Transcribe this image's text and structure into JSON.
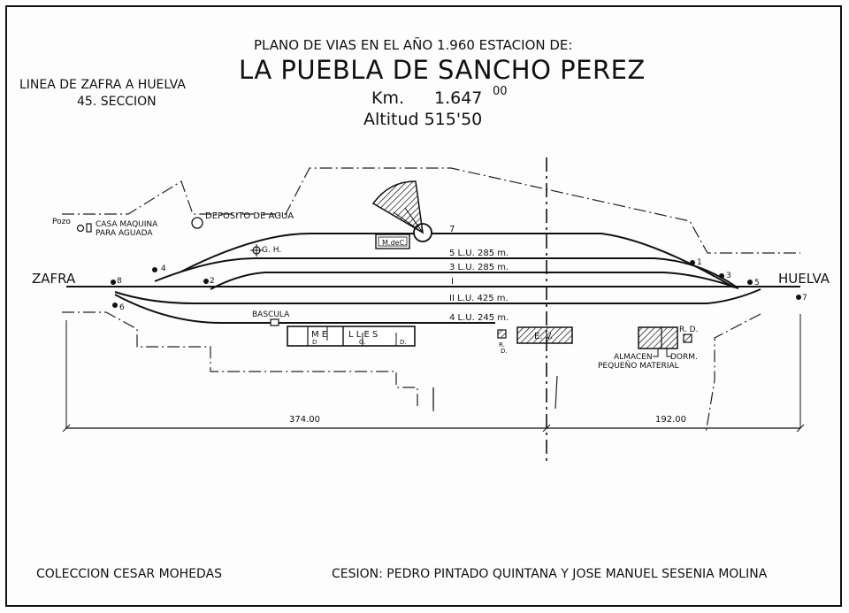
{
  "header": {
    "subtitle": "PLANO DE VIAS EN EL AÑO 1.960 ESTACION DE:",
    "station": "LA PUEBLA DE SANCHO PEREZ",
    "km_label": "Km.",
    "km_value": "1.647",
    "km_sup": "00",
    "altitude": "Altitud 515'50"
  },
  "line_info": {
    "line": "LINEA DE ZAFRA A HUELVA",
    "section": "45. SECCION"
  },
  "endpoints": {
    "left": "ZAFRA",
    "right": "HUELVA"
  },
  "facilities": {
    "pozo": "Pozo",
    "casa_maquina_1": "CASA MAQUINA",
    "casa_maquina_2": "PARA AGUADA",
    "deposito": "DEPOSITO DE AGUA",
    "gh": "G. H.",
    "mdec": "M.deC.",
    "bascula": "BASCULA",
    "me": "M  E",
    "me_sub": "D",
    "lles": "L  L  E  S",
    "lles_sub1": "G.",
    "lles_sub2": "D.",
    "ev": "E.  V.",
    "rd_left": "R.",
    "rd_left_sub": "D.",
    "rd_right": "R.  D.",
    "almacen": "ALMACEN",
    "dorm": "DORM.",
    "pequeno": "PEQUEÑO MATERIAL"
  },
  "tracks": {
    "t7": "7",
    "t5": "5  L.U.  285  m.",
    "t3": "3  L.U.  285  m.",
    "t1": "I",
    "t2": "II  L.U.  425  m.",
    "t4": "4  L.U.  245  m."
  },
  "switches": [
    "1",
    "2",
    "3",
    "4",
    "5",
    "6",
    "7",
    "8"
  ],
  "dimensions": {
    "left": "374.00",
    "right": "192.00"
  },
  "footer": {
    "collection": "COLECCION CESAR MOHEDAS",
    "cession": "CESION: PEDRO PINTADO QUINTANA Y JOSE MANUEL SESENIA MOLINA"
  }
}
